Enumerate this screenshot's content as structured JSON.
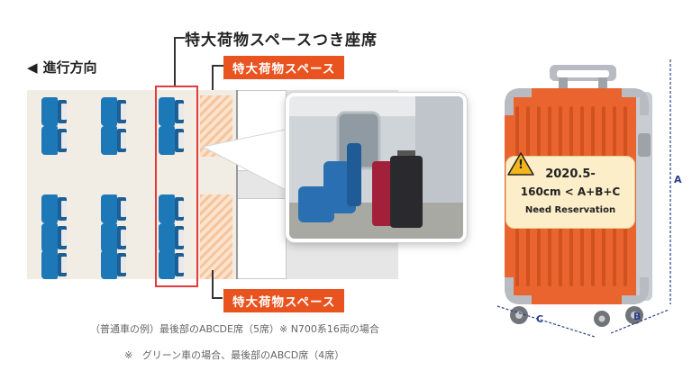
{
  "title": "特大荷物スペースつき座席",
  "direction": {
    "arrow": "◀",
    "label": "進行方向"
  },
  "space_tag_top": "特大荷物スペース",
  "space_tag_bottom": "特大荷物スペース",
  "caption_line1": "（普通車の例）最後部のABCDE席（5席）※ N700系16両の場合",
  "caption_line2_mark": "※",
  "caption_line2_text": "グリーン車の場合、最後部のABCD席（4席）",
  "badge": {
    "warning_icon": "!",
    "line1": "2020.5-",
    "line2": "160cm < A+B+C",
    "line3": "Need Reservation"
  },
  "dimensions": {
    "a": "A",
    "b": "B",
    "c": "C"
  },
  "colors": {
    "accent_orange": "#e8531f",
    "seat_blue": "#1d78b8",
    "suitcase_orange": "#e9642e",
    "highlight_red": "#e23b3b",
    "dimension_blue": "#2c3e8a"
  }
}
